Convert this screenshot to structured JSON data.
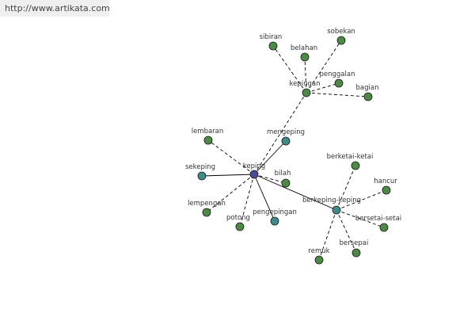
{
  "source": {
    "url_text": "http://www.artikata.com"
  },
  "graph": {
    "colors": {
      "center": "#4a4a9a",
      "related": "#3f8a8a",
      "leaf": "#4d8a45"
    },
    "nodes": [
      {
        "id": "keping",
        "label": "keping",
        "kind": "center"
      },
      {
        "id": "kepingan",
        "label": "kepingan",
        "kind": "leaf"
      },
      {
        "id": "sibiran",
        "label": "sibiran",
        "kind": "leaf"
      },
      {
        "id": "belahan",
        "label": "belahan",
        "kind": "leaf"
      },
      {
        "id": "sobekan",
        "label": "sobekan",
        "kind": "leaf"
      },
      {
        "id": "penggalan",
        "label": "penggalan",
        "kind": "leaf"
      },
      {
        "id": "bagian",
        "label": "bagian",
        "kind": "leaf"
      },
      {
        "id": "mengeping",
        "label": "mengeping",
        "kind": "related"
      },
      {
        "id": "lembaran",
        "label": "lembaran",
        "kind": "leaf"
      },
      {
        "id": "sekeping",
        "label": "sekeping",
        "kind": "related"
      },
      {
        "id": "bilah",
        "label": "bilah",
        "kind": "leaf"
      },
      {
        "id": "lempengan",
        "label": "lempengan",
        "kind": "leaf"
      },
      {
        "id": "potong",
        "label": "potong",
        "kind": "leaf"
      },
      {
        "id": "pengepingan",
        "label": "pengepingan",
        "kind": "related"
      },
      {
        "id": "berkeping-keping",
        "label": "berkeping-keping",
        "kind": "related"
      },
      {
        "id": "berketai-ketai",
        "label": "berketai-ketai",
        "kind": "leaf"
      },
      {
        "id": "hancur",
        "label": "hancur",
        "kind": "leaf"
      },
      {
        "id": "bersetai-setai",
        "label": "bersetai-setai",
        "kind": "leaf"
      },
      {
        "id": "bersepai",
        "label": "bersepai",
        "kind": "leaf"
      },
      {
        "id": "remuk",
        "label": "remuk",
        "kind": "leaf"
      }
    ],
    "edges": [
      {
        "from": "keping",
        "to": "kepingan",
        "style": "dashed"
      },
      {
        "from": "keping",
        "to": "mengeping",
        "style": "solid"
      },
      {
        "from": "keping",
        "to": "lembaran",
        "style": "dashed"
      },
      {
        "from": "keping",
        "to": "sekeping",
        "style": "solid"
      },
      {
        "from": "keping",
        "to": "bilah",
        "style": "dashed"
      },
      {
        "from": "keping",
        "to": "lempengan",
        "style": "dashed"
      },
      {
        "from": "keping",
        "to": "potong",
        "style": "dashed"
      },
      {
        "from": "keping",
        "to": "pengepingan",
        "style": "solid"
      },
      {
        "from": "keping",
        "to": "berkeping-keping",
        "style": "solid"
      },
      {
        "from": "kepingan",
        "to": "sibiran",
        "style": "dashed"
      },
      {
        "from": "kepingan",
        "to": "belahan",
        "style": "dashed"
      },
      {
        "from": "kepingan",
        "to": "sobekan",
        "style": "dashed"
      },
      {
        "from": "kepingan",
        "to": "penggalan",
        "style": "dashed"
      },
      {
        "from": "kepingan",
        "to": "bagian",
        "style": "dashed"
      },
      {
        "from": "berkeping-keping",
        "to": "berketai-ketai",
        "style": "dashed"
      },
      {
        "from": "berkeping-keping",
        "to": "hancur",
        "style": "dashed"
      },
      {
        "from": "berkeping-keping",
        "to": "bersetai-setai",
        "style": "dashed"
      },
      {
        "from": "berkeping-keping",
        "to": "bersepai",
        "style": "dashed"
      },
      {
        "from": "berkeping-keping",
        "to": "remuk",
        "style": "dashed"
      }
    ]
  }
}
